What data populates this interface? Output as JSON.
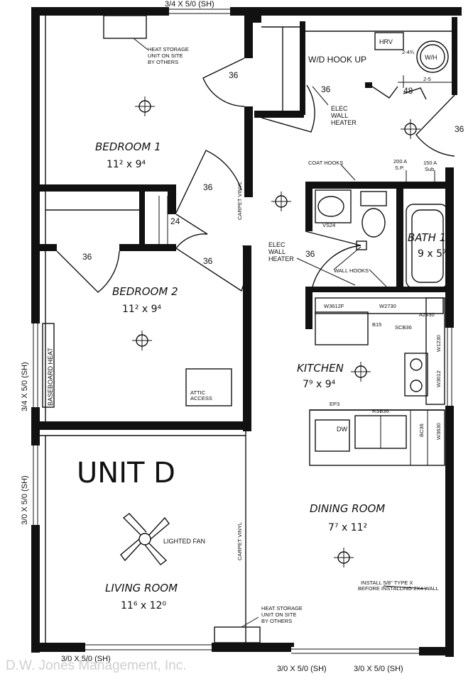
{
  "unit_label": "UNIT D",
  "rooms": {
    "bedroom1": {
      "name": "BEDROOM 1",
      "dim": "11² x 9⁴"
    },
    "bedroom2": {
      "name": "BEDROOM 2",
      "dim": "11² x 9⁴"
    },
    "bath": {
      "name": "BATH 1",
      "dim": "9 x 5⁷"
    },
    "kitchen": {
      "name": "KITCHEN",
      "dim": "7⁹ x 9⁴"
    },
    "dining": {
      "name": "DINING ROOM",
      "dim": "7⁷ x 11²"
    },
    "living": {
      "name": "LIVING ROOM",
      "dim": "11⁶ x 12⁰"
    }
  },
  "windows": {
    "top": "3/4 X 5/0 (SH)",
    "left_upper": "3/4 X 5/0 (SH)",
    "left_lower": "3/0 X 5/0 (SH)",
    "bottom_right_1": "3/0 X 5/0 (SH)",
    "bottom_right_2": "3/0 X 5/0 (SH)",
    "bottom_left": "3/0 X 5/0 (SH)"
  },
  "doors": {
    "d36_bed1": "36",
    "d36_hall": "36",
    "d36_bed1_side": "36",
    "d36_bed2": "36",
    "d36_bed2_closet": "36",
    "d24": "24",
    "d36_bath": "36",
    "d48": "48"
  },
  "annotations": {
    "heat_storage_top": [
      "HEAT STORAGE",
      "UNIT ON SITE",
      "BY OTHERS"
    ],
    "heat_storage_bottom": [
      "HEAT STORAGE",
      "UNIT ON SITE",
      "BY OTHERS"
    ],
    "hrv": "HRV",
    "wh": "W/H",
    "wd": "W/D HOOK UP",
    "elec_heater_1": [
      "ELEC",
      "WALL",
      "HEATER"
    ],
    "elec_heater_2": [
      "ELEC",
      "WALL",
      "HEATER"
    ],
    "coat_hooks": "COAT HOOKS",
    "wall_hooks": "WALL HOOKS",
    "panel_200": [
      "200 A",
      "S.P."
    ],
    "panel_150": [
      "150 A",
      "Sub"
    ],
    "vs24": "VS24",
    "baseboard": "BASEBOARD HEAT",
    "attic": [
      "ATTIC",
      "ACCESS"
    ],
    "carpet_vinyl_1": "CARPET VINYL",
    "carpet_vinyl_2": "CARPET VINYL",
    "fan": "LIGHTED FAN",
    "install_note": [
      "INSTALL 5/8\" TYPE X",
      "BEFORE INSTALLING 2X4 WALL"
    ],
    "dim_246": "2-4¾",
    "dim_25": "2-5"
  },
  "cabinets": {
    "w3612f": "W3612F",
    "w2730": "W2730",
    "a2430": "A2430",
    "b15": "B15",
    "scb36": "SCB36",
    "w1230": "W1230",
    "w3012": "W3012",
    "ep3": "EP3",
    "rsb36": "RSB36",
    "dw": "DW",
    "bc36": "BC36",
    "w3630": "W3630"
  },
  "watermark": "D.W. Jones Management, Inc."
}
